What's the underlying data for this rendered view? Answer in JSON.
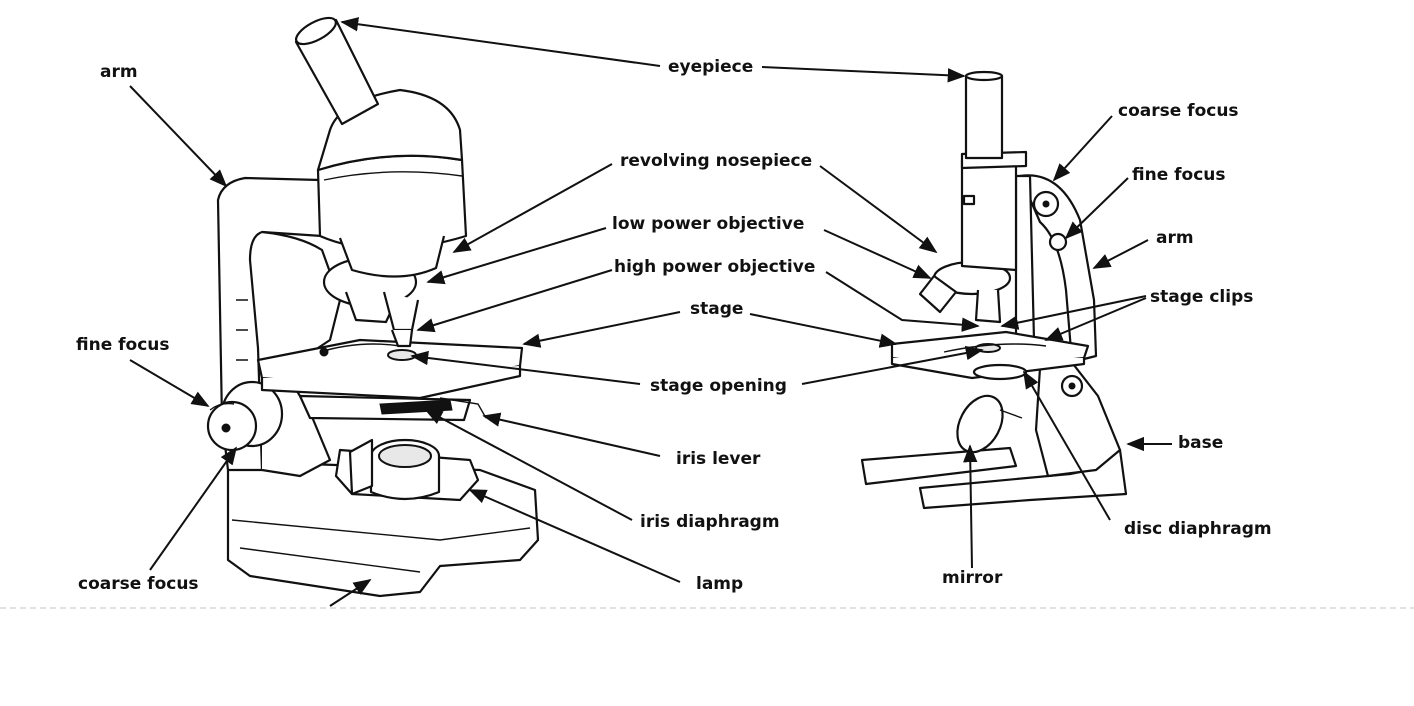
{
  "labels": {
    "eyepiece": "eyepiece",
    "arm_left": "arm",
    "revolving_nosepiece": "revolving nosepiece",
    "low_power_objective": "low power objective",
    "high_power_objective": "high power objective",
    "stage": "stage",
    "fine_focus_left": "fine focus",
    "stage_opening": "stage opening",
    "iris_lever": "iris lever",
    "iris_diaphragm": "iris diaphragm",
    "coarse_focus_left": "coarse focus",
    "lamp": "lamp",
    "coarse_focus_right": "coarse focus",
    "fine_focus_right": "fine focus",
    "arm_right": "arm",
    "stage_clips": "stage clips",
    "base": "base",
    "disc_diaphragm": "disc diaphragm",
    "mirror": "mirror"
  },
  "colors": {
    "ink": "#111111",
    "paper": "#ffffff"
  }
}
